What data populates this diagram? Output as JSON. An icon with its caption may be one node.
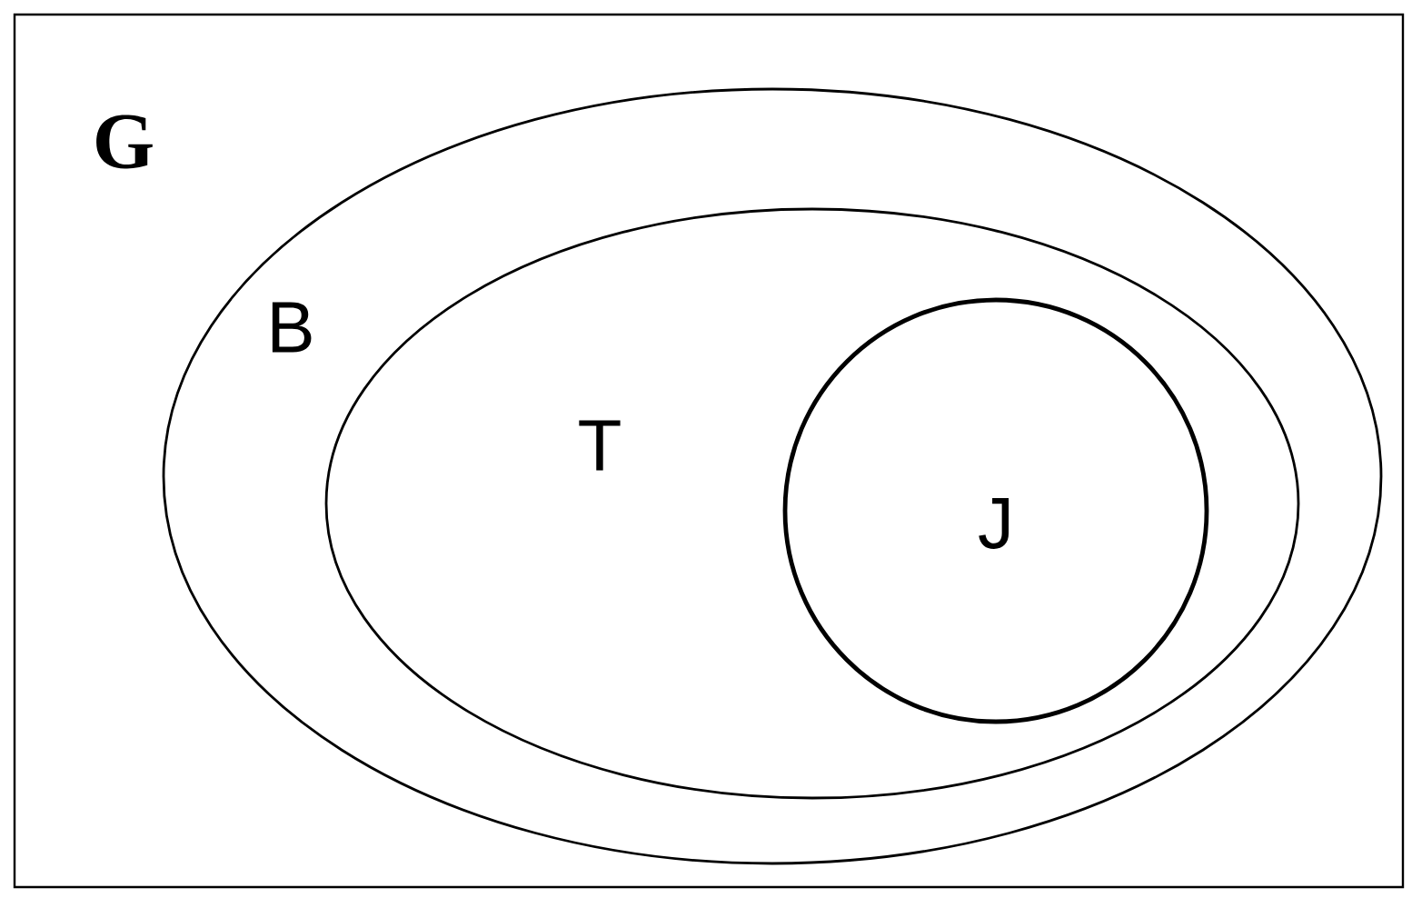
{
  "diagram": {
    "nodes": [
      {
        "text": [
          "G"
        ]
      },
      {
        "text": [
          "B"
        ],
        "in": 0
      },
      {
        "text": [
          "T"
        ],
        "in": 1
      },
      {
        "text": [
          "J"
        ],
        "in": 2
      }
    ]
  }
}
